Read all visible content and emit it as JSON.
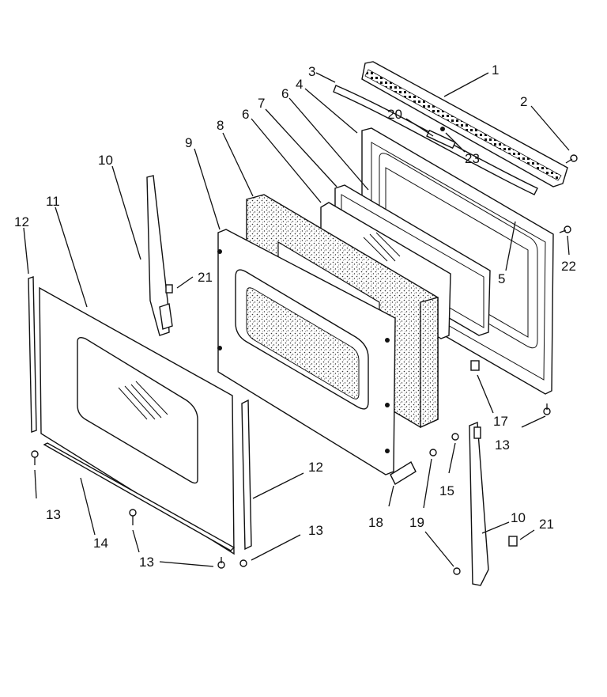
{
  "diagram": {
    "callouts": [
      {
        "id": "c1",
        "text": "1"
      },
      {
        "id": "c2",
        "text": "2"
      },
      {
        "id": "c3",
        "text": "3"
      },
      {
        "id": "c4",
        "text": "4"
      },
      {
        "id": "c5",
        "text": "5"
      },
      {
        "id": "c6a",
        "text": "6"
      },
      {
        "id": "c6b",
        "text": "6"
      },
      {
        "id": "c7",
        "text": "7"
      },
      {
        "id": "c8",
        "text": "8"
      },
      {
        "id": "c9",
        "text": "9"
      },
      {
        "id": "c10a",
        "text": "10"
      },
      {
        "id": "c10b",
        "text": "10"
      },
      {
        "id": "c11",
        "text": "11"
      },
      {
        "id": "c12a",
        "text": "12"
      },
      {
        "id": "c12b",
        "text": "12"
      },
      {
        "id": "c13a",
        "text": "13"
      },
      {
        "id": "c13b",
        "text": "13"
      },
      {
        "id": "c13c",
        "text": "13"
      },
      {
        "id": "c13d",
        "text": "13"
      },
      {
        "id": "c14",
        "text": "14"
      },
      {
        "id": "c15",
        "text": "15"
      },
      {
        "id": "c17",
        "text": "17"
      },
      {
        "id": "c18",
        "text": "18"
      },
      {
        "id": "c19",
        "text": "19"
      },
      {
        "id": "c20",
        "text": "20"
      },
      {
        "id": "c21a",
        "text": "21"
      },
      {
        "id": "c21b",
        "text": "21"
      },
      {
        "id": "c22",
        "text": "22"
      },
      {
        "id": "c23",
        "text": "23"
      }
    ]
  }
}
